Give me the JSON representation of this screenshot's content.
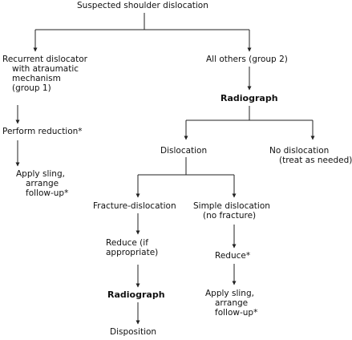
{
  "flowchart": {
    "suspected": "Suspected shoulder dislocation",
    "recurrent": {
      "line1": "Recurrent dislocator",
      "line2": "with atraumatic",
      "line3": "mechanism",
      "line4": "(group 1)"
    },
    "all_others": "All others (group 2)",
    "radiograph_top": "Radiograph",
    "perform_reduction": "Perform reduction*",
    "sling_left": {
      "line1": "Apply sling,",
      "line2": "arrange",
      "line3": "follow-up*"
    },
    "dislocation": "Dislocation",
    "no_dislocation": {
      "line1": "No dislocation",
      "line2": "(treat as needed)"
    },
    "fracture_dislocation": "Fracture-dislocation",
    "simple_dislocation": {
      "line1": "Simple dislocation",
      "line2": "(no fracture)"
    },
    "reduce_if": {
      "line1": "Reduce (if",
      "line2": "appropriate)"
    },
    "reduce": "Reduce*",
    "radiograph_bottom": "Radiograph",
    "sling_right": {
      "line1": "Apply sling,",
      "line2": "arrange",
      "line3": "follow-up*"
    },
    "disposition": "Disposition"
  },
  "colors": {
    "line": "#222222",
    "text": "#111111"
  }
}
